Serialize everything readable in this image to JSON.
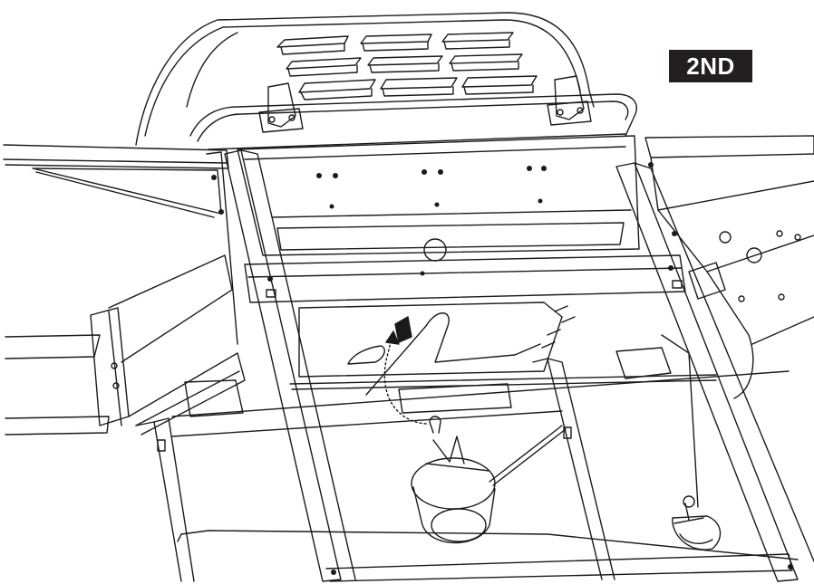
{
  "step_badge": {
    "label": "2ND"
  },
  "colors": {
    "line": "#1a1a1a",
    "badge_background": "#231f20",
    "badge_text": "#ffffff",
    "background": "#ffffff"
  },
  "icons": [
    "grill-hood",
    "side-shelf-left",
    "side-shelf-right",
    "grease-tray",
    "drip-cup",
    "propane-tank-connector",
    "direction-arrow"
  ]
}
